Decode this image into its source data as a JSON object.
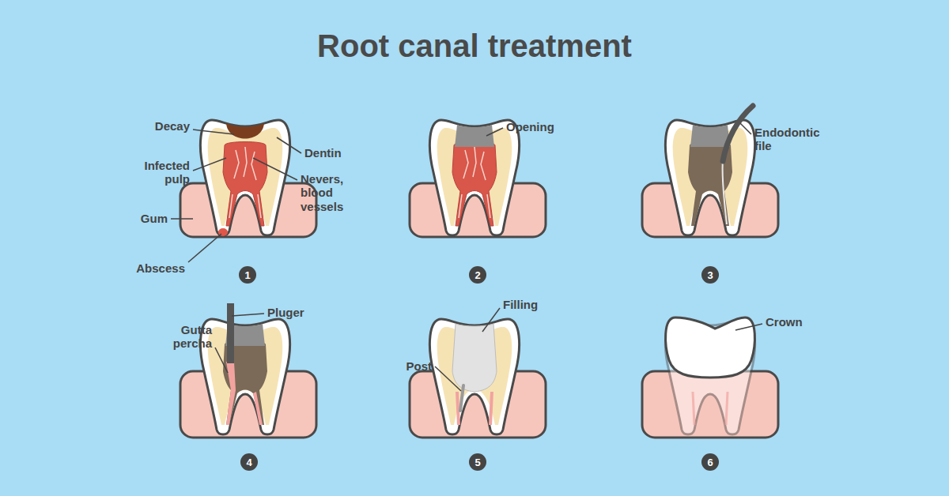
{
  "diagram": {
    "title": "Root canal treatment",
    "labels": [
      "Decay",
      "Dentin",
      "Infected pulp",
      "Nevers, blood vessels",
      "Gum",
      "Abscess",
      "1",
      "Opening",
      "2",
      "Endodontic file",
      "3",
      "Pluger",
      "Gutta percha",
      "4",
      "Filling",
      "Post",
      "5",
      "Crown",
      "6"
    ]
  }
}
